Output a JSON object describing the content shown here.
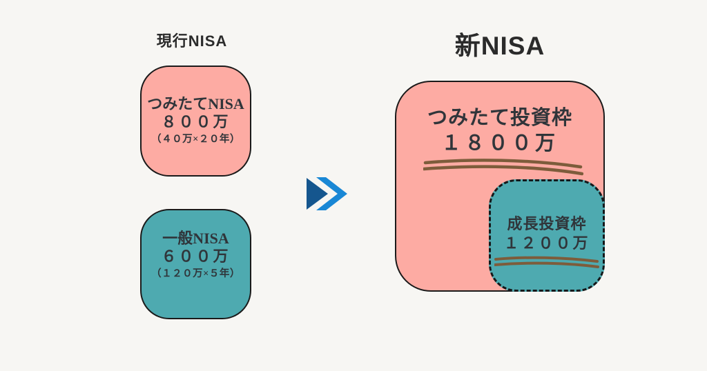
{
  "colors": {
    "background": "#f7f6f3",
    "pink_box": "#fdaba3",
    "teal_box": "#4eaab0",
    "box_border": "#1a1a1a",
    "title_text": "#2b2b2b",
    "box_text": "#30353a",
    "underline_brown": "#7d5c3b",
    "arrow_dark_blue": "#15568e",
    "arrow_light_blue": "#1987d5"
  },
  "left_panel": {
    "title": "現行NISA",
    "tsumitate": {
      "name": "つみたてNISA",
      "amount": "８００万",
      "note": "（４０万×２０年）"
    },
    "ippan": {
      "name": "一般NISA",
      "amount": "６００万",
      "note": "（１２０万×５年）"
    }
  },
  "arrow": {
    "icon": "double-chevron-right-icon"
  },
  "right_panel": {
    "title": "新NISA",
    "tsumitate_frame": {
      "name": "つみたて投資枠",
      "amount": "１８００万"
    },
    "growth_frame": {
      "name": "成長投資枠",
      "amount": "１２００万"
    }
  }
}
